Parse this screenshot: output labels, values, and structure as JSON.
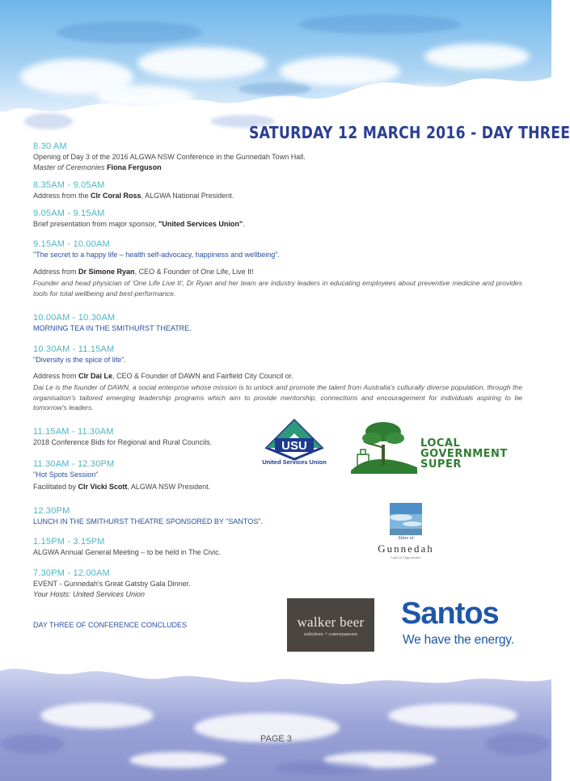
{
  "header": {
    "title": "SATURDAY 12 MARCH 2016 - DAY THREE"
  },
  "agenda": [
    {
      "time": "8.30 AM",
      "lines": [
        "Opening of Day 3 of the 2016 ALGWA NSW Conference in the Gunnedah Town Hall."
      ],
      "mc_label": "Master of Ceremonies",
      "mc_name": "Fiona Ferguson"
    },
    {
      "time": "8.35AM - 9.05AM",
      "prefix": "Address from the ",
      "bold": "Clr Coral Ross",
      "suffix": ", ALGWA National President."
    },
    {
      "time": "9.05AM - 9.15AM",
      "prefix": "Brief presentation from major sponsor, ",
      "bold": "\"United Services Union\"",
      "suffix": "."
    },
    {
      "time": "9.15AM - 10.00AM",
      "quote": "\"The secret to a happy life – health self-advocacy, happiness and wellbeing\".",
      "prefix": "Address from ",
      "bold": "Dr Simone Ryan",
      "suffix": ", CEO & Founder of One Life, Live It!",
      "para": "Founder and head physician of 'One Life Live It', Dr Ryan and her team are industry leaders in educating employees about preventive medicine and provides tools for total wellbeing and best-performance."
    },
    {
      "time": "10.00AM - 10.30AM",
      "caps": "MORNING TEA IN THE SMITHURST THEATRE."
    },
    {
      "time": "10.30AM - 11.15AM",
      "quote": "\"Diversity is the spice of life\".",
      "prefix": "Address from ",
      "bold": "Clr Dai Le",
      "suffix": ", CEO & Founder of DAWN and Fairfield City Council or.",
      "para": "Dai Le is the founder of DAWN, a social enterprise whose mission is to unlock and promote the talent from Australia's culturally diverse population, through the organisation's tailored emerging leadership programs which aim to provide mentorship, connections and encouragement for individuals aspiring to be tomorrow's leaders."
    },
    {
      "time": "11.15AM - 11.30AM",
      "line": "2018 Conference Bids for Regional and Rural Councils."
    },
    {
      "time": "11.30AM - 12.30PM",
      "quote": "\"Hot Spots Session\"",
      "prefix": "Facilitated by ",
      "bold": "Clr Vicki Scott",
      "suffix": ", ALGWA NSW President."
    },
    {
      "time": "12.30PM",
      "caps": "LUNCH IN THE SMITHURST THEATRE SPONSORED BY \"SANTOS\"."
    },
    {
      "time": "1.15PM - 3.15PM",
      "line": "ALGWA Annual General Meeting – to be held in The Civic."
    },
    {
      "time": "7.30PM - 12.00AM",
      "line": "EVENT - Gunnedah's Great Gatsby Gala Dinner.",
      "italic": "Your Hosts: United Services Union"
    }
  ],
  "closing": "DAY THREE OF CONFERENCE CONCLUDES",
  "logos": {
    "usu": {
      "initials": "USU",
      "label": "United Services Union",
      "color": "#1e3a8f",
      "accent": "#2e9a7a"
    },
    "lgs": {
      "line1": "LOCAL",
      "line2": "GOVERNMENT",
      "line3": "SUPER",
      "color": "#2e7d32"
    },
    "gunnedah": {
      "shire": "Shire of",
      "name": "Gunnedah",
      "tagline": "Land of Opportunity"
    },
    "walker_beer": {
      "name": "walker beer",
      "sub": "solicitors + conveyancers"
    },
    "santos": {
      "name": "Santos",
      "tagline": "We have the energy.",
      "color": "#1d57a8"
    }
  },
  "footer": {
    "page": "PAGE 3"
  }
}
